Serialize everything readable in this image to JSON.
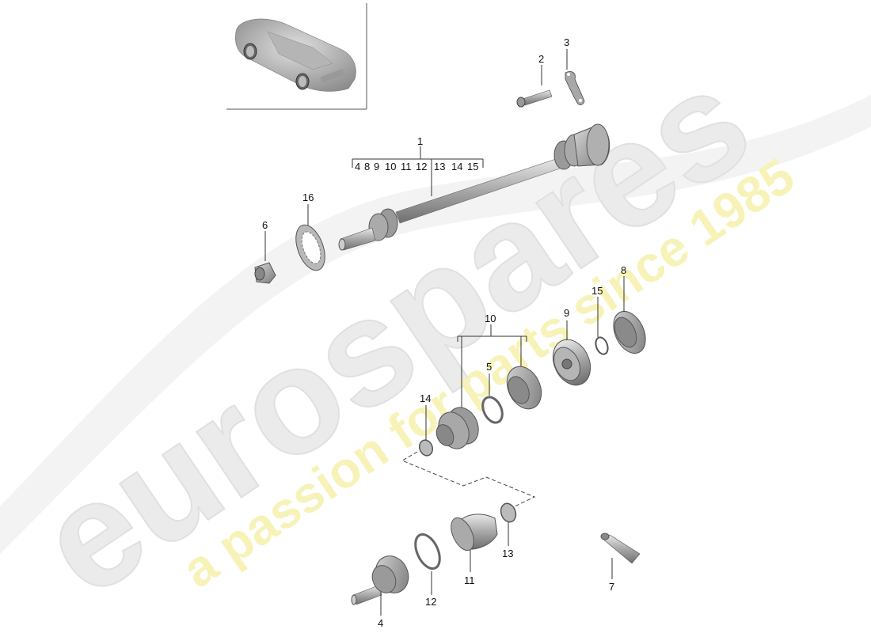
{
  "watermark": {
    "brand": "eurospares",
    "tagline": "a passion for parts since 1985",
    "brand_color": "#e6e6e6",
    "tagline_color": "#f5f0a0"
  },
  "thumbnail": {
    "description": "vehicle overview thumbnail"
  },
  "group_bracket": {
    "label": "1",
    "items": [
      "4",
      "8",
      "9",
      "10",
      "11",
      "12",
      "13",
      "14",
      "15"
    ]
  },
  "sub_bracket": {
    "label": "10"
  },
  "callouts": [
    {
      "id": "2",
      "label": "2"
    },
    {
      "id": "3",
      "label": "3"
    },
    {
      "id": "4",
      "label": "4"
    },
    {
      "id": "5",
      "label": "5"
    },
    {
      "id": "6",
      "label": "6"
    },
    {
      "id": "7",
      "label": "7"
    },
    {
      "id": "8",
      "label": "8"
    },
    {
      "id": "9",
      "label": "9"
    },
    {
      "id": "11",
      "label": "11"
    },
    {
      "id": "12",
      "label": "12"
    },
    {
      "id": "13",
      "label": "13"
    },
    {
      "id": "14",
      "label": "14"
    },
    {
      "id": "15",
      "label": "15"
    },
    {
      "id": "16",
      "label": "16"
    }
  ]
}
